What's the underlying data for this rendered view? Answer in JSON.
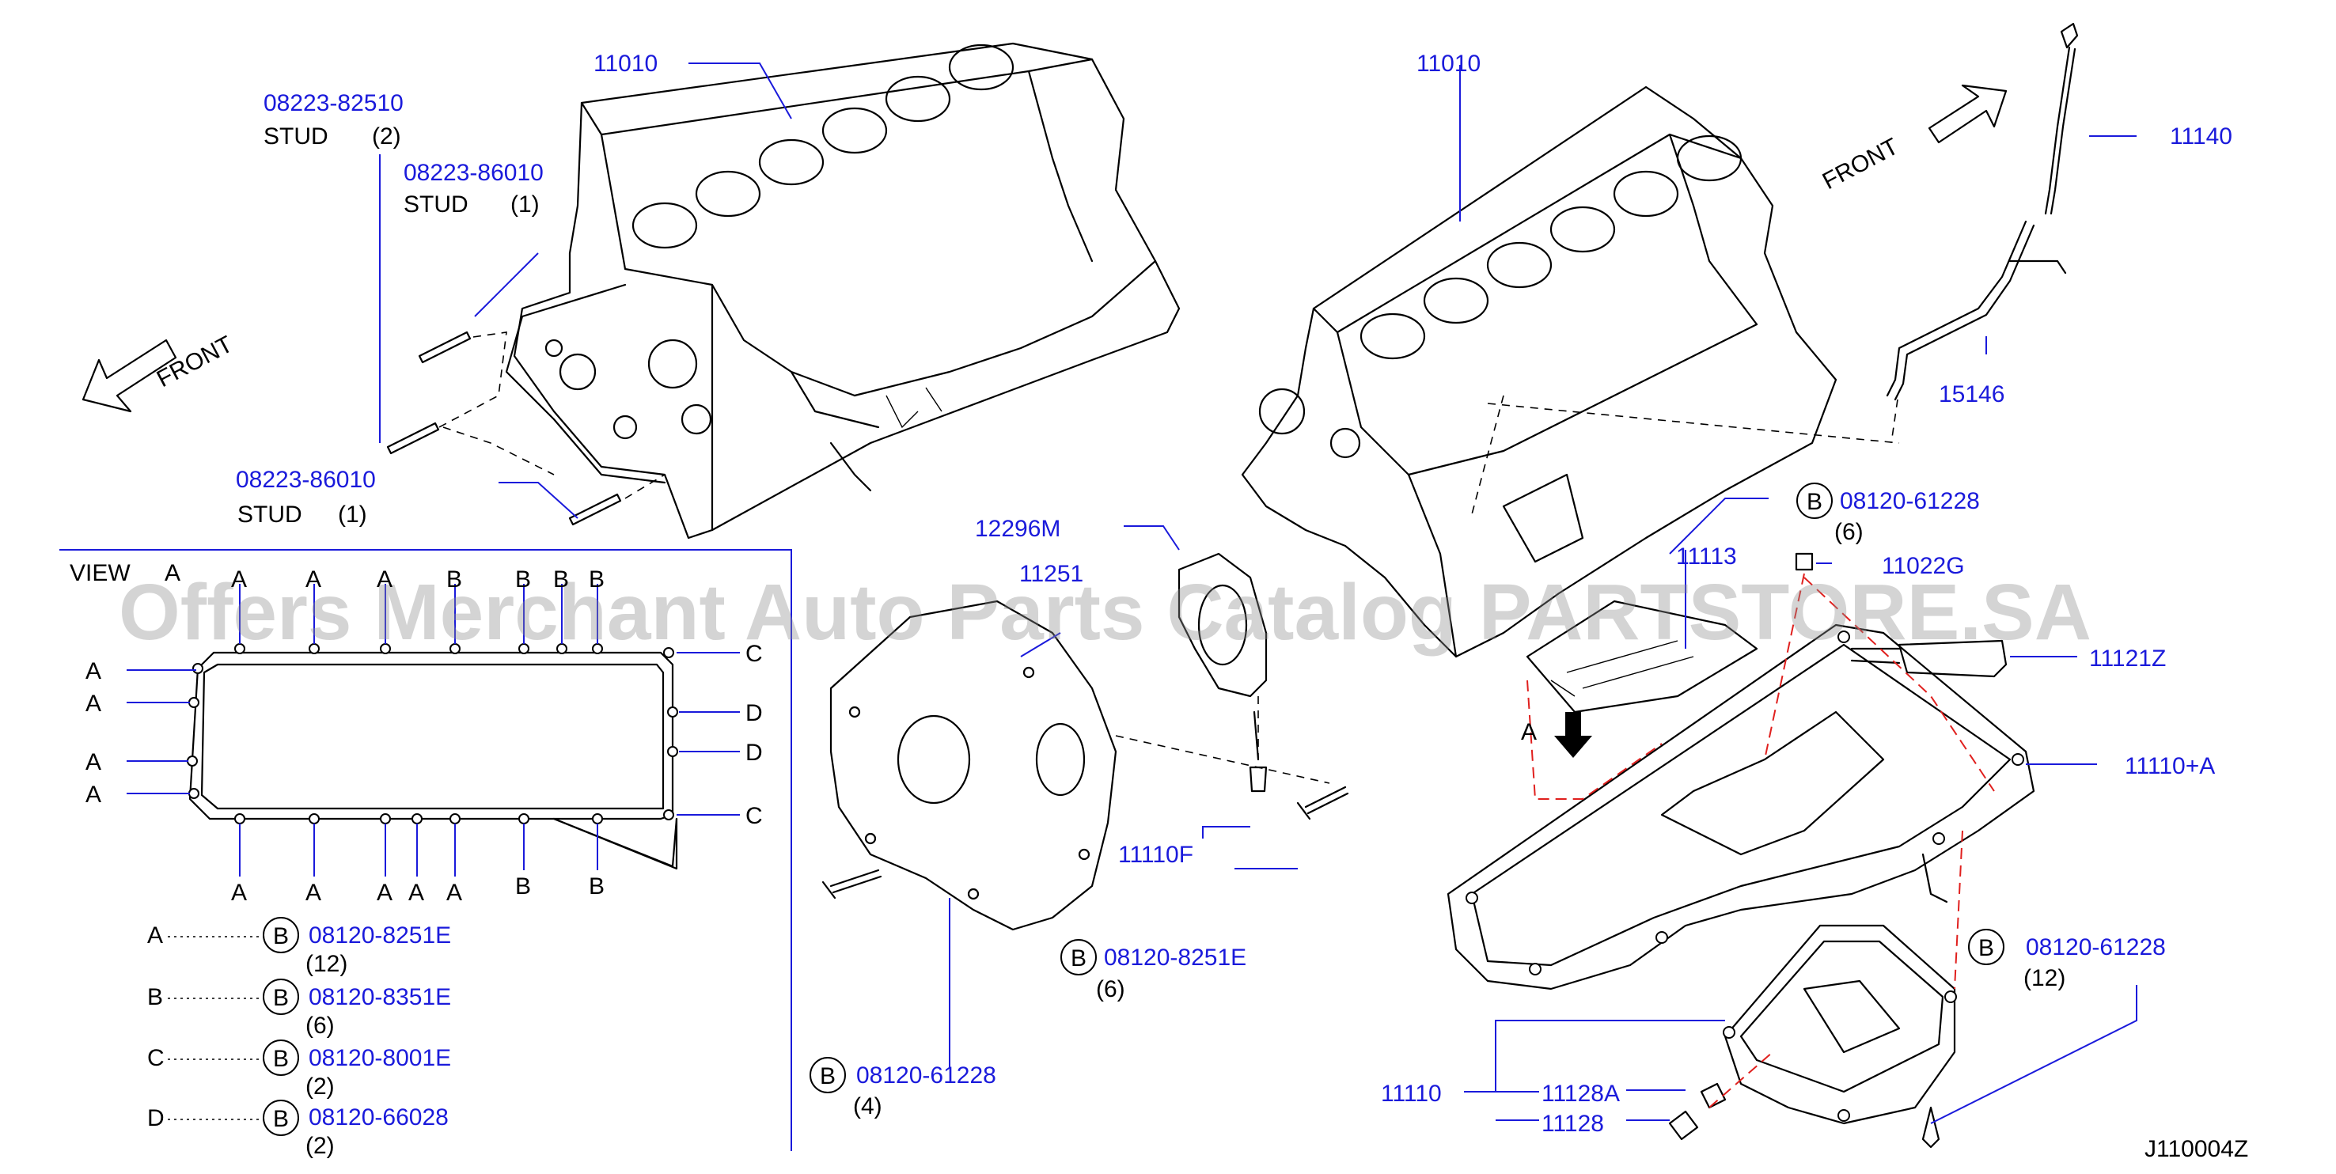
{
  "watermark": "Offers Merchant Auto Parts Catalog PARTSTORE.SA",
  "diagram_code": "J110004Z",
  "front_label": "FRONT",
  "view_label": "VIEW",
  "view_ref": "A",
  "arrow_ref": "A",
  "callouts": {
    "block_left": "11010",
    "block_right": "11010",
    "stud_82510": "08223-82510",
    "stud_86010_top": "08223-86010",
    "stud_86010_bottom": "08223-86010",
    "p12296m": "12296M",
    "p11251": "11251",
    "p11110f": "11110F",
    "p11140": "11140",
    "p15146": "15146",
    "p11113": "11113",
    "p11022g": "11022G",
    "p11121z": "11121Z",
    "p11110a": "11110+A",
    "p11110": "11110",
    "p11128a": "11128A",
    "p11128": "11128"
  },
  "stud_labels": {
    "stud_82510": {
      "name": "STUD",
      "qty": "(2)"
    },
    "stud_86010_top": {
      "name": "STUD",
      "qty": "(1)"
    },
    "stud_86010_bottom": {
      "name": "STUD",
      "qty": "(1)"
    }
  },
  "bolts": {
    "b61228_top": {
      "badge": "B",
      "part": "08120-61228",
      "qty": "(6)"
    },
    "b61228_right": {
      "badge": "B",
      "part": "08120-61228",
      "qty": "(12)"
    },
    "b8251_mid": {
      "badge": "B",
      "part": "08120-8251E",
      "qty": "(6)"
    },
    "b61228_left": {
      "badge": "B",
      "part": "08120-61228",
      "qty": "(4)"
    }
  },
  "legend": [
    {
      "key": "A",
      "badge": "B",
      "part": "08120-8251E",
      "qty": "(12)"
    },
    {
      "key": "B",
      "badge": "B",
      "part": "08120-8351E",
      "qty": "(6)"
    },
    {
      "key": "C",
      "badge": "B",
      "part": "08120-8001E",
      "qty": "(2)"
    },
    {
      "key": "D",
      "badge": "B",
      "part": "08120-66028",
      "qty": "(2)"
    }
  ],
  "view_letters": {
    "top": [
      "A",
      "A",
      "A",
      "B",
      "B",
      "B",
      "B"
    ],
    "bottom": [
      "A",
      "A",
      "A",
      "A",
      "A",
      "B",
      "B"
    ],
    "left": [
      "A",
      "A",
      "A",
      "A"
    ],
    "right": [
      "C",
      "D",
      "D",
      "C"
    ]
  },
  "colors": {
    "callout": "#1a1adb",
    "ink": "#000000",
    "dash_red": "#e0201e"
  }
}
